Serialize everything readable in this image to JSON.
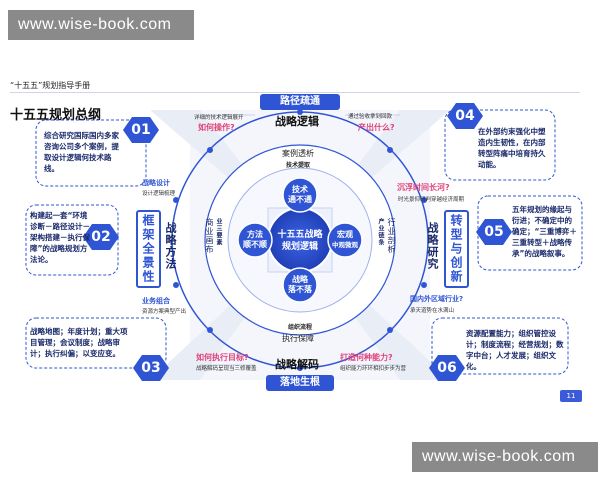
{
  "watermark_top": "www.wise-book.com",
  "watermark_bottom": "www.wise-book.com",
  "doc_title": "“十五五”规划指导手册",
  "main_title": "十五五规划总纲",
  "page_number": "11",
  "center": {
    "line1": "十五五战略",
    "line2": "规划逻辑"
  },
  "inner": {
    "top": {
      "l1": "技术",
      "l2": "通不通"
    },
    "left": {
      "l1": "方法",
      "l2": "顺不顺"
    },
    "right": {
      "l1": "宏观",
      "l2": "中观微观"
    },
    "bottom": {
      "l1": "战略",
      "l2": "落不落"
    }
  },
  "pills": {
    "top": "路径疏通",
    "bottom": "落地生根"
  },
  "ring_labels": {
    "top": "战略逻辑",
    "bottom": "战略解码",
    "left": "战略方法",
    "right": "战略研究",
    "top_sub": "案例透析",
    "top_sub2": "技术提取",
    "bottom_sub": "执行保障",
    "bottom_sub2": "组织流程",
    "left_sub": "商业画布",
    "left_sub2": "业三要素",
    "right_sub": "行业剖析",
    "right_sub2": "产业链条"
  },
  "side_boxes": {
    "left": "框架全景性",
    "right": "转型与创新"
  },
  "blocks": {
    "b01": {
      "num": "01",
      "text": "综合研究国际国内多家咨询公司多个案例，提取设计逻辑何技术路线。"
    },
    "b02": {
      "num": "02",
      "text": "构建起一套“环境诊断－路径设计－架构搭建－执行保障”的战略规划方法论。"
    },
    "b03": {
      "num": "03",
      "text": "战略地图；年度计划；重大项目管理；会议制度；战略审计；执行纠偏；以变应变。"
    },
    "b04": {
      "num": "04",
      "text": "在外部约束强化中塑造内生韧性，在内部转型阵痛中培育持久动能。"
    },
    "b05": {
      "num": "05",
      "text": "五年规划的缘起与衍进；不确定中的确定；“三重博弈＋三重转型＋战略传承”的战略叙事。"
    },
    "b06": {
      "num": "06",
      "text": "资源配置能力；组织管控设计；制度流程；经营规划；数字中台；人才发展；组织文化。"
    }
  },
  "questions": {
    "q_top_left": "如何操作?",
    "q_top_left_small": "详细的技术逻辑展开",
    "q_top_right": "产出什么?",
    "q_top_right_small": "通过验收拿到回款",
    "q_mid_right": "沉浮时间长河?",
    "q_mid_right_small": "时光景仰研判穿越经济周期",
    "q_bottom_left": "如何执行目标?",
    "q_bottom_left_small": "战略解码呈现当三修覆盖",
    "q_bottom_right": "打造何种能力?",
    "q_bottom_right_small": "组织能力环环相扣步步为营",
    "q_left_upper": "战略设计",
    "q_left_upper_small": "设计逻辑梳理",
    "q_left_lower": "业务组合",
    "q_left_lower_small": "资源方案典型产出",
    "q_right_lower": "国内外区域行业?",
    "q_right_lower_small": "承天道势在水满山"
  },
  "colors": {
    "accent": "#2f55d4",
    "dark_blue": "#1b2a6b",
    "pink": "#e0427a",
    "center": "#2a4bcc"
  }
}
